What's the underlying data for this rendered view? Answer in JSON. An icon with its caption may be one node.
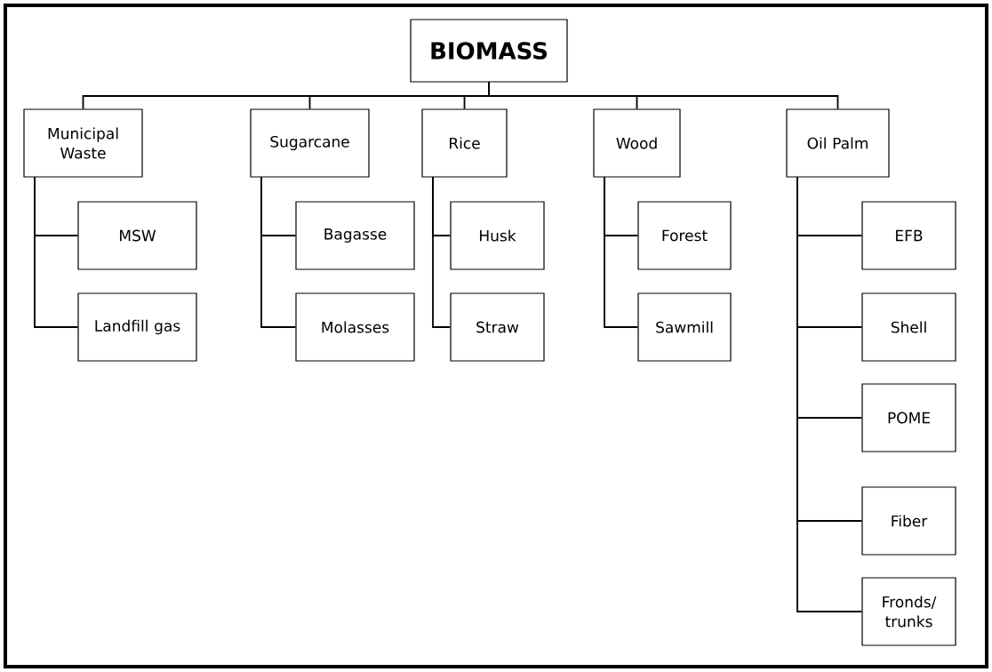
{
  "diagram": {
    "nodes": [
      {
        "text": [
          "BIOMASS"
        ]
      },
      {
        "text": [
          "Municipal Waste"
        ]
      },
      {
        "text": [
          "Sugarcane"
        ]
      },
      {
        "text": [
          "Rice"
        ]
      },
      {
        "text": [
          "Wood"
        ]
      },
      {
        "text": [
          "Oil Palm"
        ]
      },
      {
        "text": [
          "MSW"
        ]
      },
      {
        "text": [
          "Landfill gas"
        ]
      },
      {
        "text": [
          "Bagasse"
        ]
      },
      {
        "text": [
          "Molasses"
        ]
      },
      {
        "text": [
          "Husk"
        ]
      },
      {
        "text": [
          "Straw"
        ]
      },
      {
        "text": [
          "Forest"
        ]
      },
      {
        "text": [
          "Sawmill"
        ]
      },
      {
        "text": [
          "EFB"
        ]
      },
      {
        "text": [
          "Shell"
        ]
      },
      {
        "text": [
          "POME"
        ]
      },
      {
        "text": [
          "Fiber"
        ]
      },
      {
        "text": [
          "Fronds/ trunks"
        ]
      }
    ],
    "edges": [
      {
        "from": 0,
        "to": 1,
        "arrow": "none"
      },
      {
        "from": 0,
        "to": 2,
        "arrow": "none"
      },
      {
        "from": 0,
        "to": 3,
        "arrow": "none"
      },
      {
        "from": 0,
        "to": 4,
        "arrow": "none"
      },
      {
        "from": 0,
        "to": 5,
        "arrow": "none"
      },
      {
        "from": 1,
        "to": 6,
        "arrow": "none"
      },
      {
        "from": 1,
        "to": 7,
        "arrow": "none"
      },
      {
        "from": 2,
        "to": 8,
        "arrow": "none"
      },
      {
        "from": 2,
        "to": 9,
        "arrow": "none"
      },
      {
        "from": 3,
        "to": 10,
        "arrow": "none"
      },
      {
        "from": 3,
        "to": 11,
        "arrow": "none"
      },
      {
        "from": 4,
        "to": 12,
        "arrow": "none"
      },
      {
        "from": 4,
        "to": 13,
        "arrow": "none"
      },
      {
        "from": 5,
        "to": 14,
        "arrow": "none"
      },
      {
        "from": 5,
        "to": 15,
        "arrow": "none"
      },
      {
        "from": 5,
        "to": 16,
        "arrow": "none"
      },
      {
        "from": 5,
        "to": 17,
        "arrow": "none"
      },
      {
        "from": 5,
        "to": 18,
        "arrow": "none"
      }
    ]
  }
}
